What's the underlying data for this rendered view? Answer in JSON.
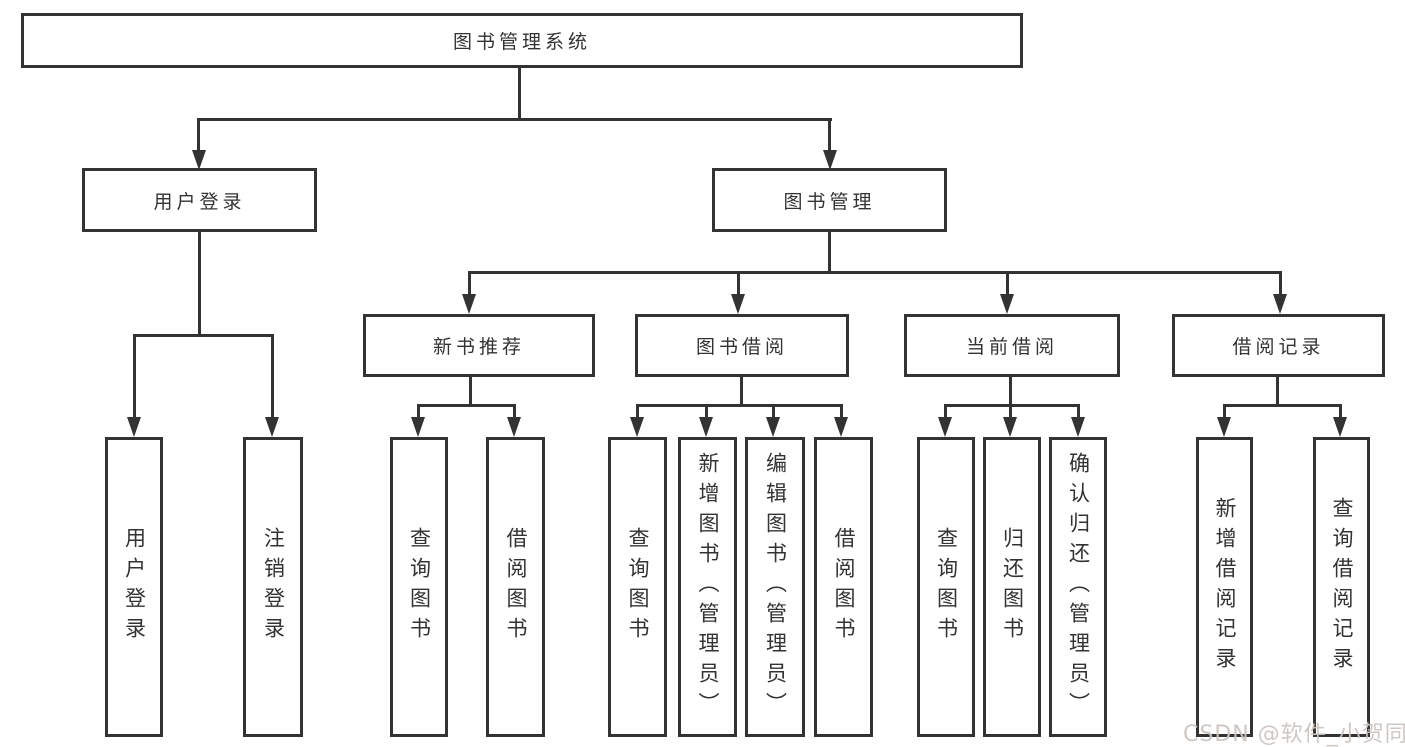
{
  "diagram": {
    "root": {
      "label": "图书管理系统"
    },
    "level2": [
      {
        "label": "用户登录"
      },
      {
        "label": "图书管理"
      }
    ],
    "level3": [
      {
        "label": "新书推荐"
      },
      {
        "label": "图书借阅"
      },
      {
        "label": "当前借阅"
      },
      {
        "label": "借阅记录"
      }
    ],
    "leaves": {
      "user_login": [
        "用户登录",
        "注销登录"
      ],
      "new_book_recommend": [
        "查询图书",
        "借阅图书"
      ],
      "book_borrow": [
        "查询图书",
        "新增图书（管理员）",
        "编辑图书（管理员）",
        "借阅图书"
      ],
      "current_borrow": [
        "查询图书",
        "归还图书",
        "确认归还（管理员）"
      ],
      "borrow_records": [
        "新增借阅记录",
        "查询借阅记录"
      ]
    }
  },
  "watermark": {
    "text": "CSDN @软件_小贺同学"
  },
  "colors": {
    "line": "#333333",
    "background": "#ffffff",
    "watermark": "#ccc6c2"
  }
}
